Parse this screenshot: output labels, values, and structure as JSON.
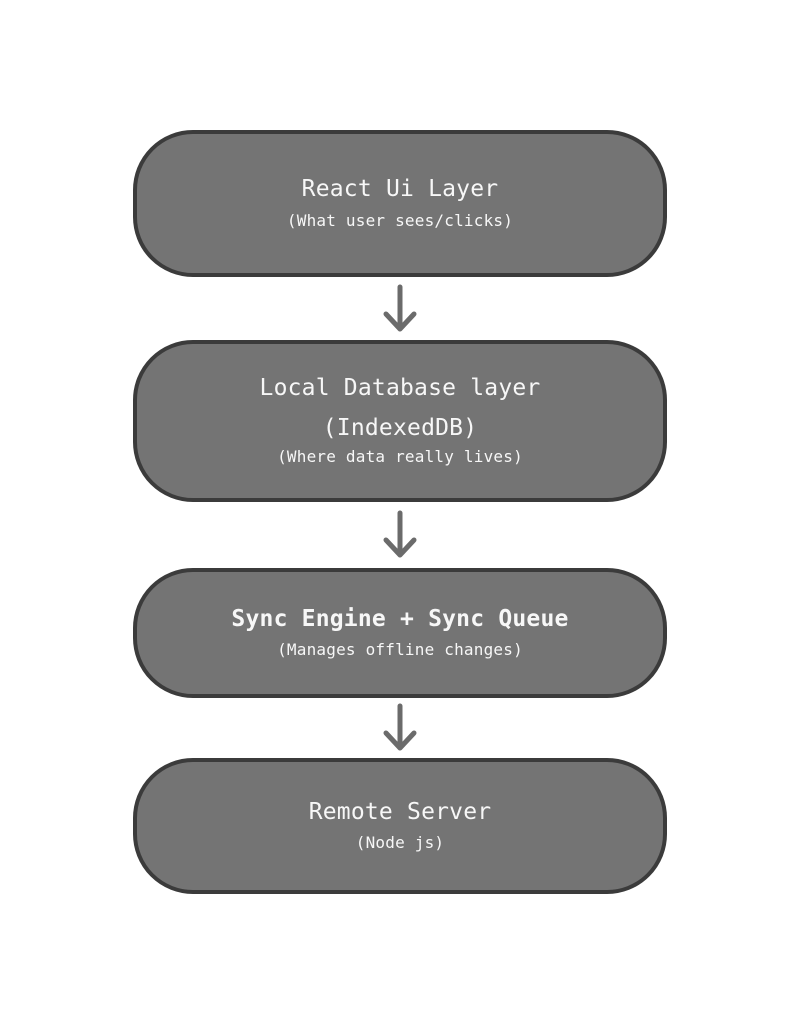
{
  "diagram": {
    "type": "flowchart",
    "direction": "top-down",
    "colors": {
      "background": "#ffffff",
      "node_fill": "#747474",
      "node_border": "#3b3b3b",
      "text": "#f7f7f7",
      "arrow": "#6b6b6b"
    },
    "nodes": [
      {
        "id": "react-ui-layer",
        "title": "React Ui Layer",
        "subtitle": "(What user sees/clicks)"
      },
      {
        "id": "local-database-layer",
        "title": "Local Database layer",
        "title2": "(IndexedDB)",
        "subtitle": "(Where data really lives)"
      },
      {
        "id": "sync-engine-sync-queue",
        "title": "Sync Engine + Sync Queue",
        "subtitle": "(Manages offline changes)"
      },
      {
        "id": "remote-server",
        "title": "Remote Server",
        "subtitle": "(Node js)"
      }
    ],
    "edges": [
      {
        "from": "react-ui-layer",
        "to": "local-database-layer"
      },
      {
        "from": "local-database-layer",
        "to": "sync-engine-sync-queue"
      },
      {
        "from": "sync-engine-sync-queue",
        "to": "remote-server"
      }
    ]
  }
}
